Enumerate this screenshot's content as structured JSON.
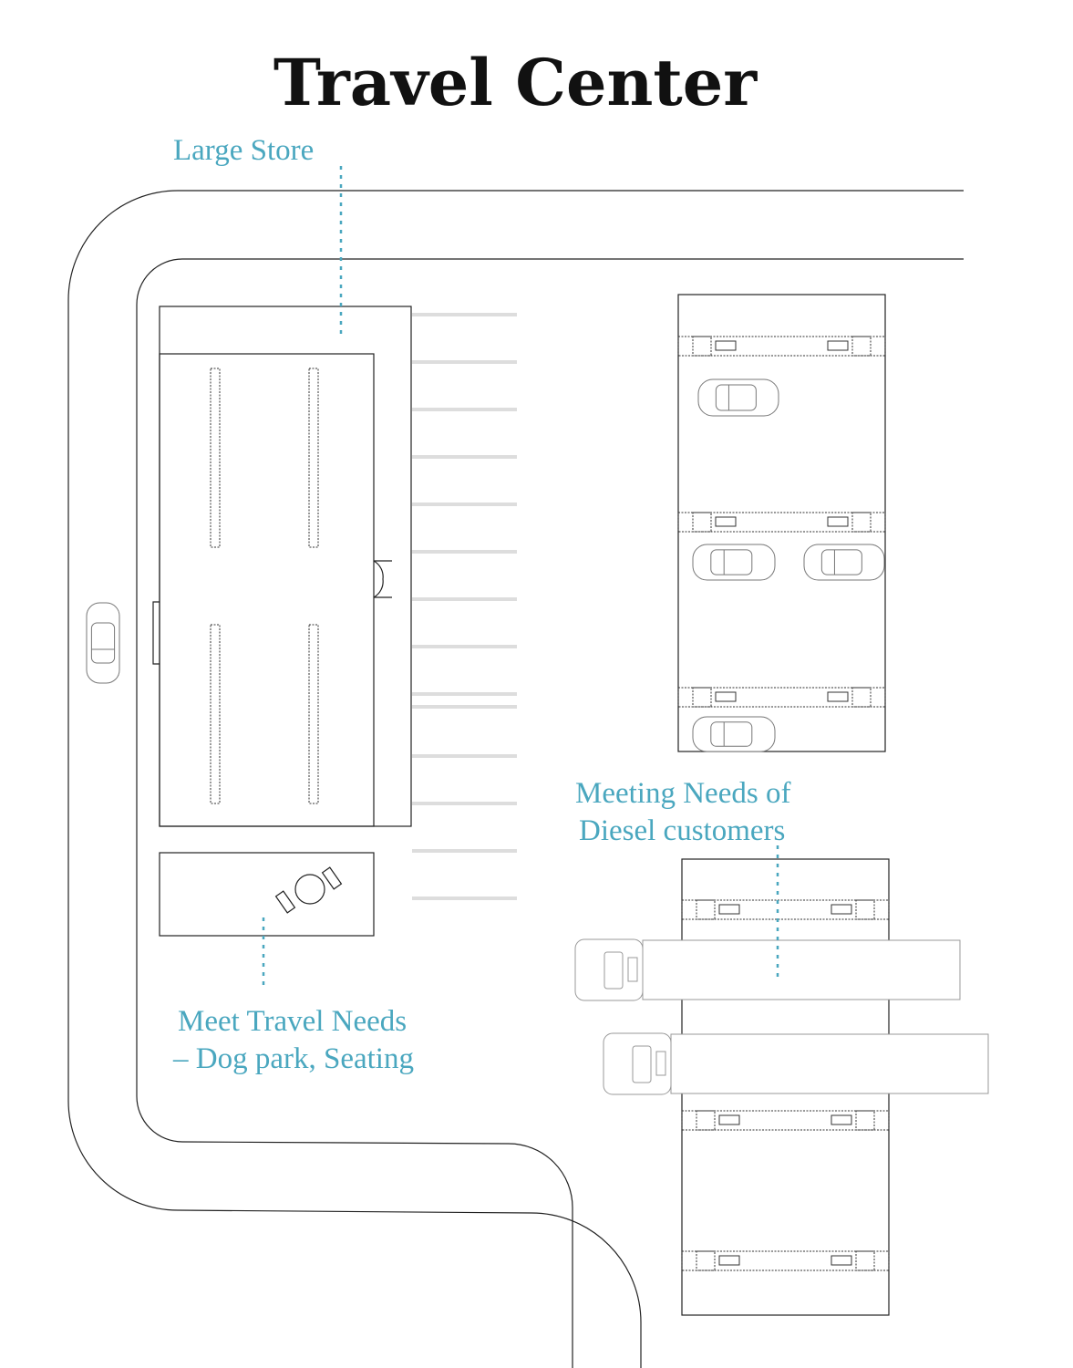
{
  "title": "Travel Center",
  "labels": {
    "large_store": "Large Store",
    "diesel_line1": "Meeting Needs of",
    "diesel_line2": "Diesel customers",
    "travel_line1": "Meet Travel Needs",
    "travel_line2": "– Dog park, Seating"
  },
  "colors": {
    "accent": "#4aa7bf",
    "line": "#222222",
    "parking": "#dddddd"
  }
}
